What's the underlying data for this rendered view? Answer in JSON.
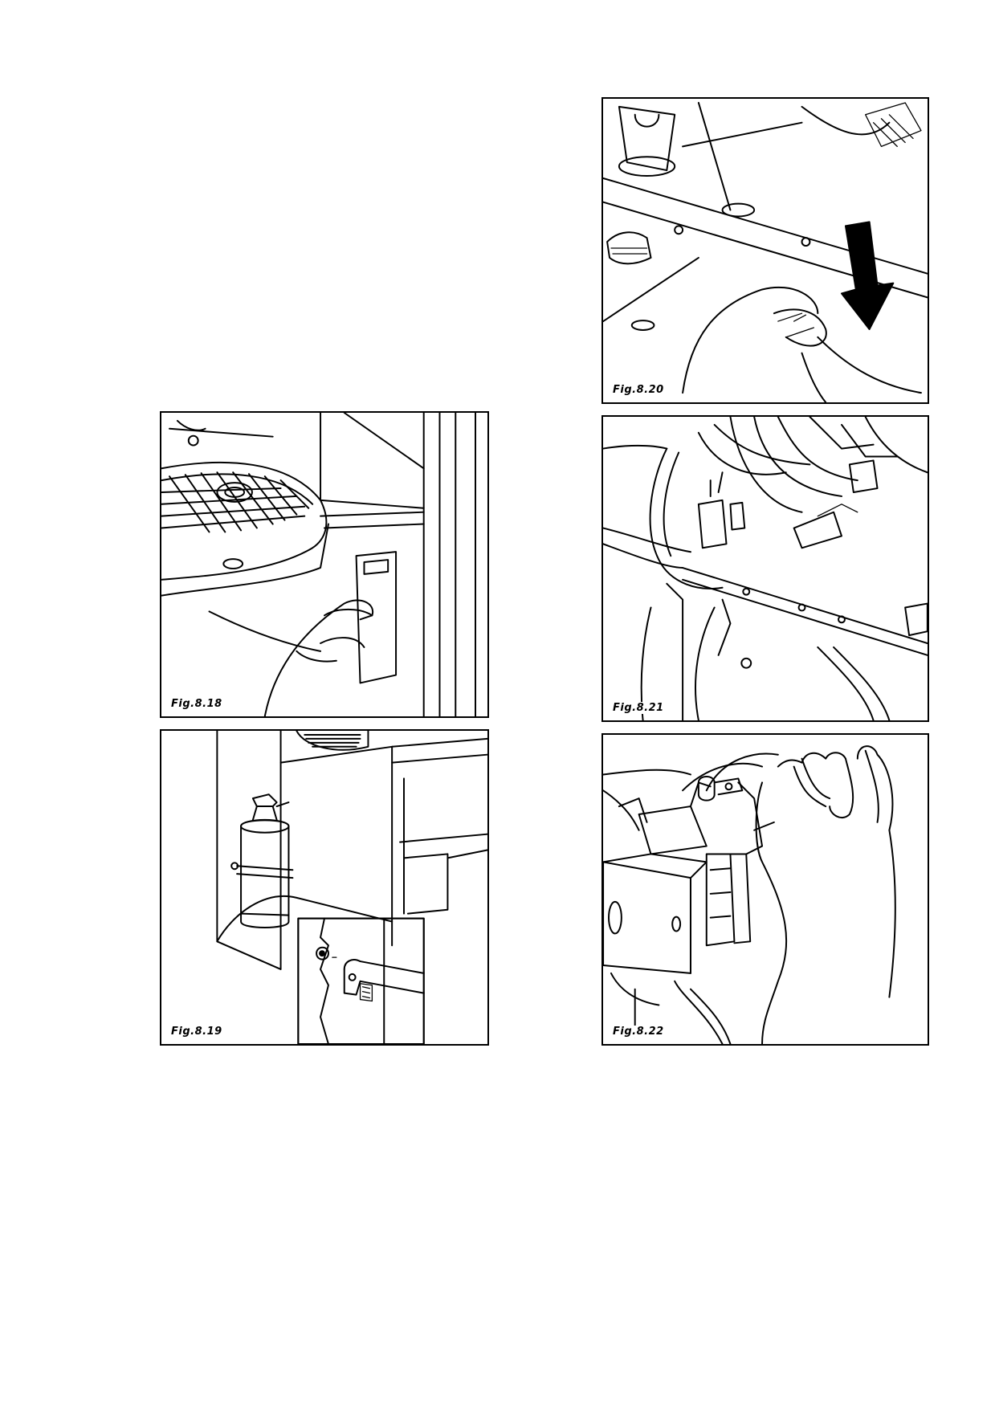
{
  "figures": {
    "fig_8_18": {
      "caption": "Fig.8.18"
    },
    "fig_8_19": {
      "caption": "Fig.8.19"
    },
    "fig_8_20": {
      "caption": "Fig.8.20"
    },
    "fig_8_21": {
      "caption": "Fig.8.21"
    },
    "fig_8_22": {
      "caption": "Fig.8.22"
    }
  }
}
